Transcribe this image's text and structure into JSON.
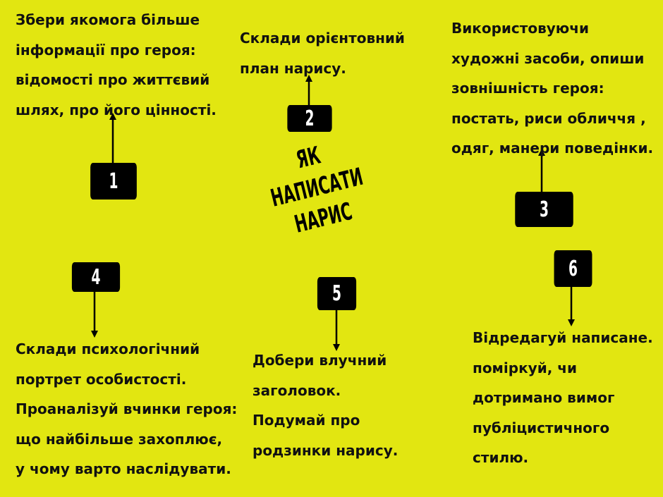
{
  "title": {
    "line1": "ЯК НАПИСАТИ",
    "line2": "НАРИС"
  },
  "steps": [
    {
      "number": "1",
      "lines": [
        "Збери якомога  більше",
        "інформації про героя:",
        "відомості про життєвий",
        "шлях, про його цінності."
      ]
    },
    {
      "number": "2",
      "lines": [
        "Склади  орієнтовний",
        "план  нарису."
      ]
    },
    {
      "number": "3",
      "lines": [
        "Використовуючи",
        "художні  засоби, опиши",
        "зовнішність  героя:",
        "постать, риси обличчя ,",
        "одяг, манери поведінки."
      ]
    },
    {
      "number": "4",
      "lines": [
        "Склади  психологічний",
        "портрет особистості.",
        "Проаналізуй вчинки героя:",
        "що  найбільше захоплює,",
        "у чому  варто наслідувати."
      ]
    },
    {
      "number": "5",
      "lines": [
        "Добери влучний",
        "заголовок.",
        "Подумай про",
        "родзинки нарису."
      ]
    },
    {
      "number": "6",
      "lines": [
        "Відредагуй   написане.",
        "поміркуй, чи",
        "дотримано  вимог",
        "публіцистичного",
        "стилю."
      ]
    }
  ],
  "colors": {
    "background": "#e2e611",
    "box": "#000000",
    "box_text": "#ffffff",
    "text": "#111111"
  }
}
